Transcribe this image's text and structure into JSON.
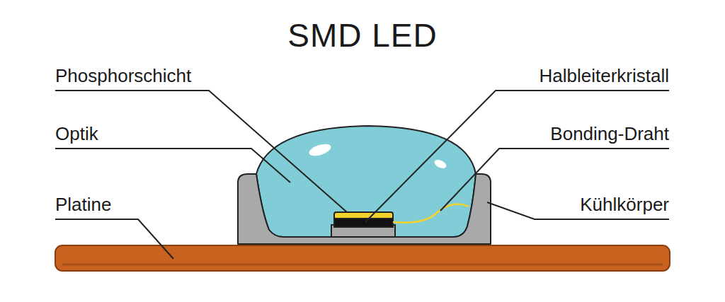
{
  "diagram": {
    "title": "SMD LED",
    "labels": [
      "Phosphorschicht",
      "Halbleiterkristall",
      "Optik",
      "Bonding-Draht",
      "Platine",
      "Kühlkörper"
    ]
  }
}
